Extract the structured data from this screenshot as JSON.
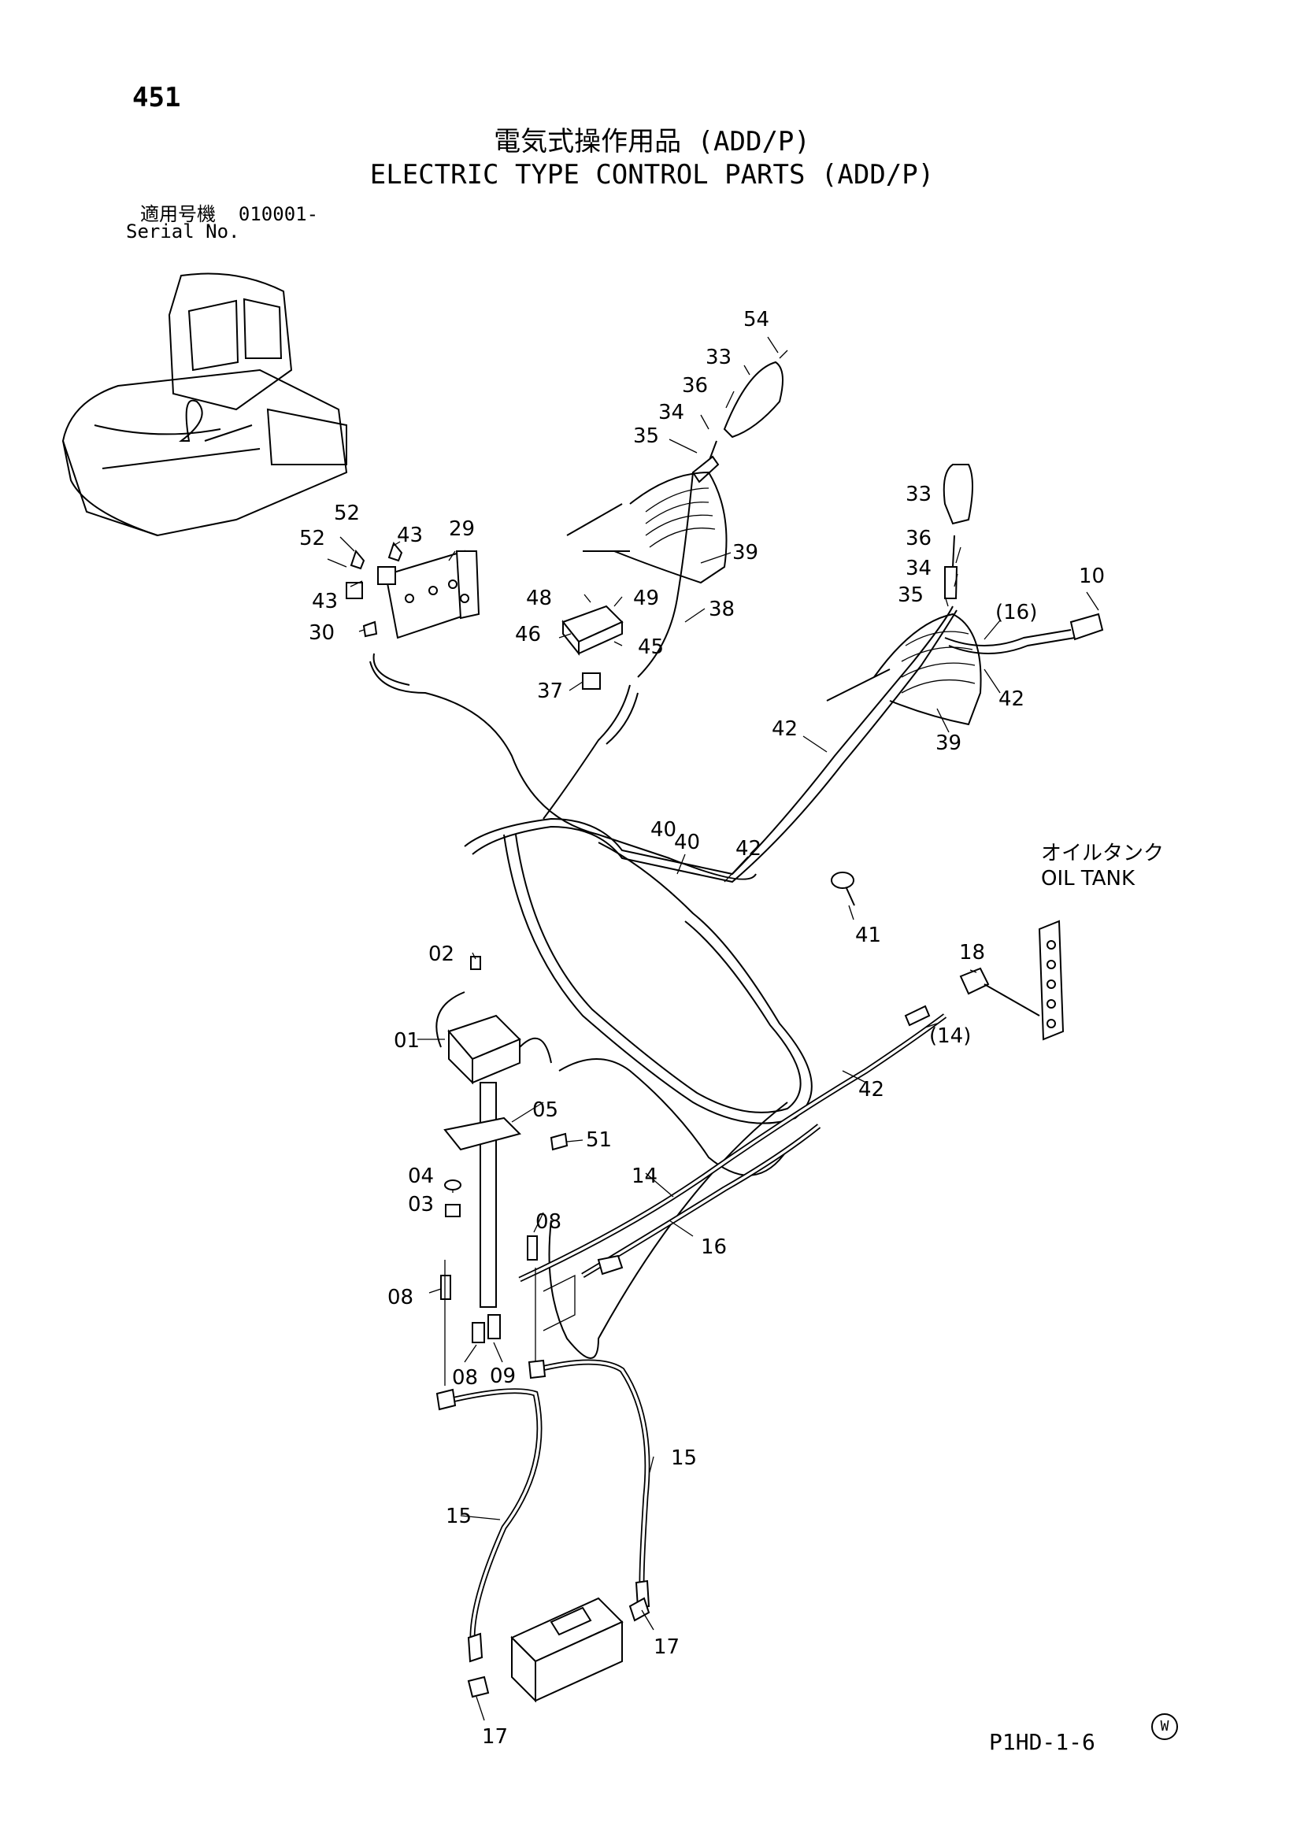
{
  "page_number": "451",
  "title_jp": "電気式操作用品 (ADD/P)",
  "title_en": "ELECTRIC TYPE CONTROL PARTS (ADD/P)",
  "serial_label_jp": "適用号機",
  "serial_value": "010001-",
  "serial_label_en": "Serial No.",
  "oil_tank_jp": "オイルタンク",
  "oil_tank_en": "OIL TANK",
  "doc_code": "P1HD-1-6",
  "watermark_symbol": "W",
  "callouts": [
    "54",
    "33",
    "36",
    "34",
    "35",
    "39",
    "38",
    "33",
    "36",
    "34",
    "35",
    "10",
    "(16)",
    "42",
    "39",
    "52",
    "43",
    "29",
    "52",
    "48",
    "49",
    "43",
    "46",
    "45",
    "30",
    "37",
    "42",
    "40",
    "40",
    "42",
    "41",
    "02",
    "18",
    "01",
    "(14)",
    "05",
    "42",
    "51",
    "14",
    "04",
    "03",
    "08",
    "16",
    "08",
    "08",
    "09",
    "15",
    "15",
    "17",
    "17"
  ]
}
